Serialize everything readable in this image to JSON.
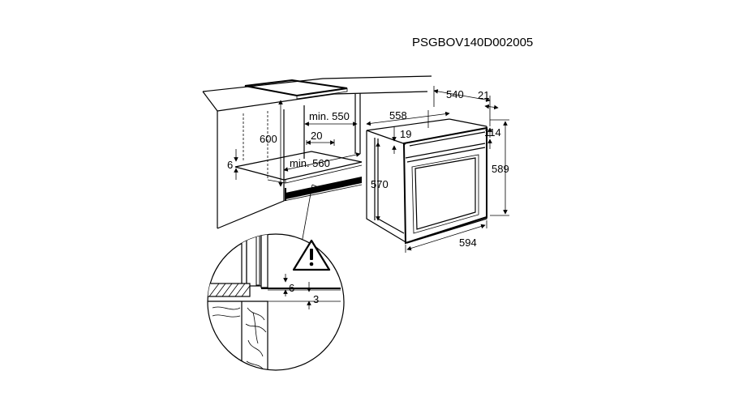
{
  "model_code": "PSGBOV140D002005",
  "dimensions": {
    "niche_height": "600",
    "niche_width": "min. 550",
    "gap_20": "20",
    "niche_depth": "min. 560",
    "floor_offset": "6",
    "oven_depth_front": "558",
    "oven_depth_total": "540",
    "panel_depth": "21",
    "top_gap": "19",
    "height_114": "114",
    "oven_height": "570",
    "front_height": "589",
    "front_width": "594"
  },
  "detail": {
    "gap_6": "6",
    "gap_3": "3",
    "warning_icon": "warning-triangle"
  }
}
